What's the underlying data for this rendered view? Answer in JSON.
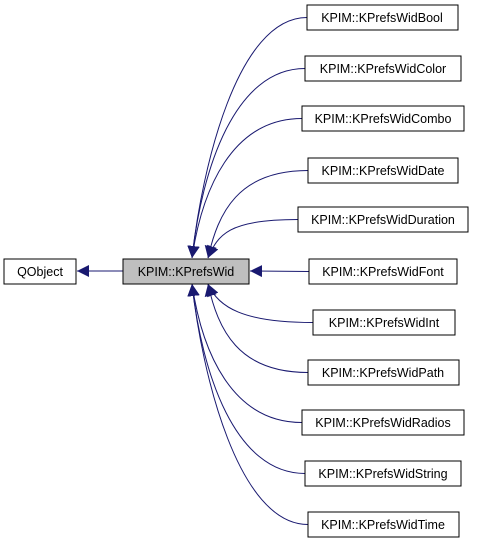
{
  "diagram": {
    "colors": {
      "edge": "#191970",
      "highlight_fill": "#bfbfbf",
      "node_fill": "#ffffff",
      "node_border": "#000000"
    },
    "base": {
      "label": "QObject"
    },
    "center": {
      "label": "KPIM::KPrefsWid"
    },
    "children": [
      {
        "label": "KPIM::KPrefsWidBool"
      },
      {
        "label": "KPIM::KPrefsWidColor"
      },
      {
        "label": "KPIM::KPrefsWidCombo"
      },
      {
        "label": "KPIM::KPrefsWidDate"
      },
      {
        "label": "KPIM::KPrefsWidDuration"
      },
      {
        "label": "KPIM::KPrefsWidFont"
      },
      {
        "label": "KPIM::KPrefsWidInt"
      },
      {
        "label": "KPIM::KPrefsWidPath"
      },
      {
        "label": "KPIM::KPrefsWidRadios"
      },
      {
        "label": "KPIM::KPrefsWidString"
      },
      {
        "label": "KPIM::KPrefsWidTime"
      }
    ]
  }
}
